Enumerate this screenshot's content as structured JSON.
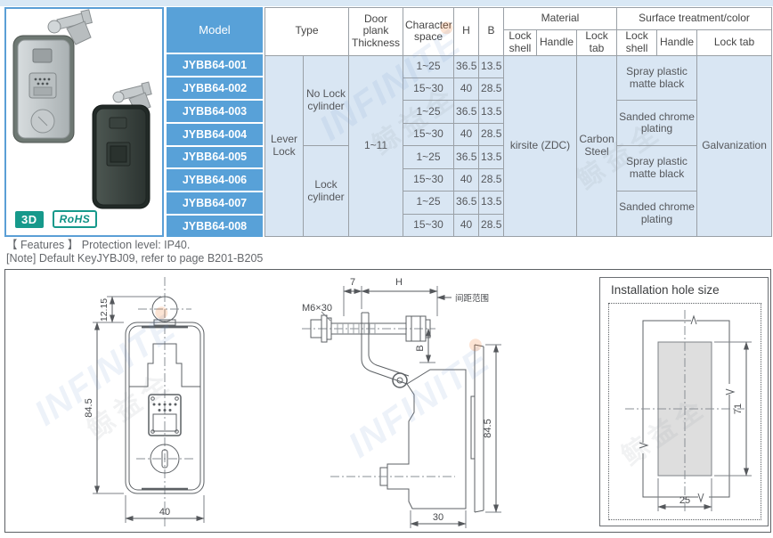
{
  "product_panel": {
    "badges": {
      "view3d": "3D",
      "rohs": "RoHS"
    }
  },
  "spec_table": {
    "header": {
      "model": "Model",
      "type": "Type",
      "door_plank_thickness": "Door plank Thickness",
      "character_space": "Character space",
      "h": "H",
      "b": "B",
      "material": "Material",
      "surface_treatment": "Surface treatment/color",
      "lock_shell": "Lock shell",
      "handle": "Handle",
      "lock_tab": "Lock tab"
    },
    "spans": {
      "type_main": "Lever Lock",
      "type_no_cylinder": "No Lock cylinder",
      "type_cylinder": "Lock cylinder",
      "door_plank_thickness": "1~11",
      "material_shell_handle": "kirsite (ZDC)",
      "material_lock_tab": "Carbon Steel",
      "surface_rows_1_2": "Spray plastic matte black",
      "surface_rows_3_4": "Sanded chrome plating",
      "surface_rows_5_6": "Spray plastic matte black",
      "surface_rows_7_8": "Sanded chrome plating",
      "surface_lock_tab": "Galvanization"
    },
    "rows": [
      {
        "model": "JYBB64-001",
        "character_space": "1~25",
        "h": "36.5",
        "b": "13.5"
      },
      {
        "model": "JYBB64-002",
        "character_space": "15~30",
        "h": "40",
        "b": "28.5"
      },
      {
        "model": "JYBB64-003",
        "character_space": "1~25",
        "h": "36.5",
        "b": "13.5"
      },
      {
        "model": "JYBB64-004",
        "character_space": "15~30",
        "h": "40",
        "b": "28.5"
      },
      {
        "model": "JYBB64-005",
        "character_space": "1~25",
        "h": "36.5",
        "b": "13.5"
      },
      {
        "model": "JYBB64-006",
        "character_space": "15~30",
        "h": "40",
        "b": "28.5"
      },
      {
        "model": "JYBB64-007",
        "character_space": "1~25",
        "h": "36.5",
        "b": "13.5"
      },
      {
        "model": "JYBB64-008",
        "character_space": "15~30",
        "h": "40",
        "b": "28.5"
      }
    ]
  },
  "notes": {
    "features": "【 Features 】 Protection level: IP40.",
    "note": "[Note] Default KeyJYBJ09, refer to page B201-B205"
  },
  "drawings": {
    "front": {
      "dim_offset": "12.15",
      "dim_height": "84.5",
      "dim_width": "40"
    },
    "side": {
      "dim_seven": "7",
      "dim_h": "H",
      "spacing_range": "间距范围",
      "bolt": "M6×30",
      "dim_b": "B",
      "dim_height": "84.5",
      "dim_depth": "30"
    },
    "installation": {
      "title": "Installation hole size",
      "dim_height": "71",
      "dim_width": "25"
    }
  },
  "watermark": {
    "logo_text": "INFINITE",
    "cn_text": "鲸益全"
  },
  "colors": {
    "accent_blue": "#58a1d8",
    "cell_blue": "#d9e6f3",
    "badge_teal": "#16998b"
  }
}
